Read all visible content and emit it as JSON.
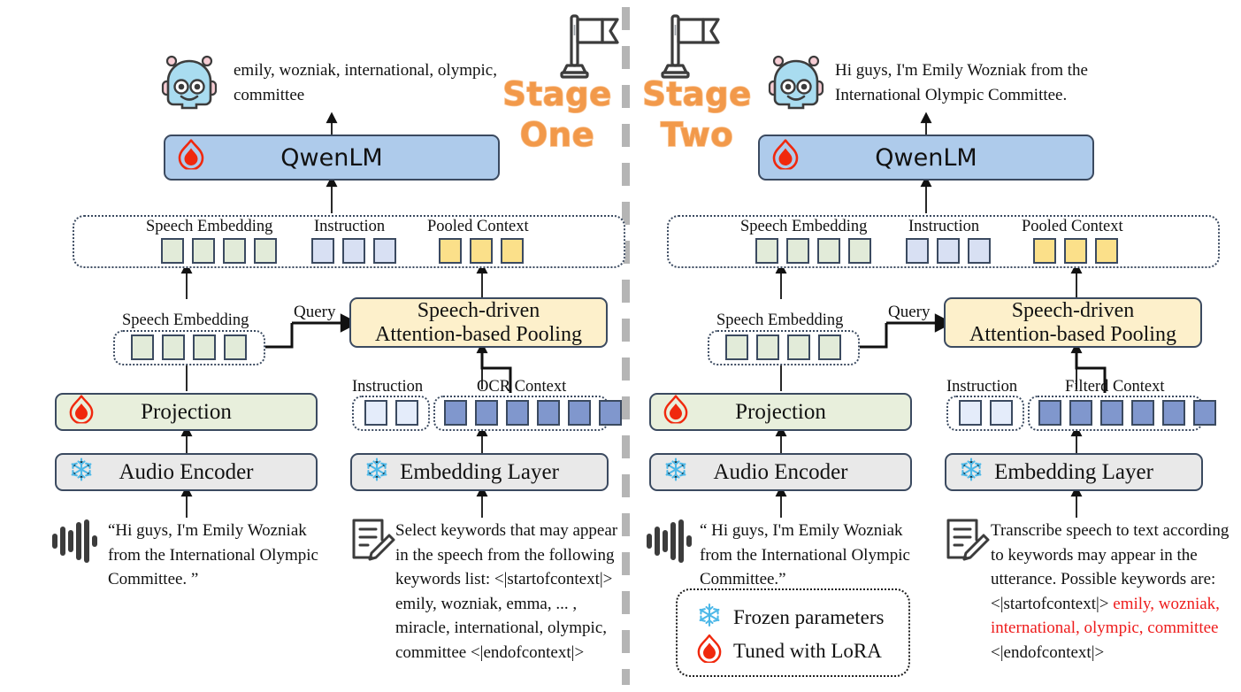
{
  "figure": {
    "divider": "vertical-dashed-divider",
    "accent_orange": "#f2994a",
    "keyword_red": "#ee1c1c",
    "box_colors": {
      "llm": "#aecbeb",
      "projection": "#e8efdc",
      "encoder": "#e9e9e9",
      "pooling": "#fdf0cb",
      "token_speech": "#e2ebd9",
      "token_instruction": "#d8e0f3",
      "token_pooled": "#fbe08a",
      "token_context": "#8097cd"
    }
  },
  "stage_one": {
    "stage_word": "Stage",
    "stage_number": "One",
    "flag_icon": "flag-icon",
    "robot_icon": "robot-icon",
    "output_text": "emily, wozniak, international, olympic, committee",
    "llm": {
      "label": "QwenLM",
      "badge": "flame-icon"
    },
    "top_strip": {
      "groups": [
        {
          "caption": "Speech Embedding",
          "kind": "speech",
          "count": 4
        },
        {
          "caption": "Instruction",
          "kind": "instr",
          "count": 3
        },
        {
          "caption": "Pooled Context",
          "kind": "pooled",
          "count": 3
        }
      ]
    },
    "mid_speech": {
      "caption": "Speech Embedding",
      "count": 4
    },
    "query_label": "Query",
    "pooling": {
      "line1": "Speech-driven",
      "line2": "Attention-based Pooling"
    },
    "input_strip": {
      "instruction_caption": "Instruction",
      "instruction_count": 2,
      "context_caption": "OCR Context",
      "context_count": 6
    },
    "projection": {
      "label": "Projection",
      "badge": "flame-icon"
    },
    "audio_encoder": {
      "label": "Audio Encoder",
      "badge": "snowflake-icon"
    },
    "embedding_layer": {
      "label": "Embedding Layer",
      "badge": "snowflake-icon"
    },
    "audio_icon": "waveform-icon",
    "audio_text": "“Hi guys, I'm Emily Wozniak from the International Olympic Committee. ”",
    "doc_icon": "document-pencil-icon",
    "prompt_plain": "Select keywords that may appear in the speech from the following keywords list: <|startofcontext|> emily, wozniak, emma, ... , miracle, international, olympic, committee <|endofcontext|>"
  },
  "stage_two": {
    "stage_word": "Stage",
    "stage_number": "Two",
    "flag_icon": "flag-icon",
    "robot_icon": "robot-icon",
    "output_text": "Hi guys, I'm Emily Wozniak from the International Olympic Committee.",
    "llm": {
      "label": "QwenLM",
      "badge": "flame-icon"
    },
    "top_strip": {
      "groups": [
        {
          "caption": "Speech Embedding",
          "kind": "speech",
          "count": 4
        },
        {
          "caption": "Instruction",
          "kind": "instr",
          "count": 3
        },
        {
          "caption": "Pooled Context",
          "kind": "pooled",
          "count": 3
        }
      ]
    },
    "mid_speech": {
      "caption": "Speech Embedding",
      "count": 4
    },
    "query_label": "Query",
    "pooling": {
      "line1": "Speech-driven",
      "line2": "Attention-based Pooling"
    },
    "input_strip": {
      "instruction_caption": "Instruction",
      "instruction_count": 2,
      "context_caption": "Filterd Context",
      "context_count": 6
    },
    "projection": {
      "label": "Projection",
      "badge": "flame-icon"
    },
    "audio_encoder": {
      "label": "Audio Encoder",
      "badge": "snowflake-icon"
    },
    "embedding_layer": {
      "label": "Embedding Layer",
      "badge": "snowflake-icon"
    },
    "audio_icon": "waveform-icon",
    "audio_text": "“ Hi guys, I'm Emily Wozniak from the International Olympic Committee.”",
    "doc_icon": "document-pencil-icon",
    "prompt_prefix": "Transcribe speech to text according to keywords may appear in the utterance. Possible keywords are: <|startofcontext|> ",
    "prompt_keywords": "emily, wozniak, international, olympic, committee",
    "prompt_suffix": " <|endofcontext|>",
    "legend": {
      "frozen_icon": "snowflake-icon",
      "frozen_label": "Frozen parameters",
      "tuned_icon": "flame-icon",
      "tuned_label": "Tuned with LoRA"
    }
  }
}
